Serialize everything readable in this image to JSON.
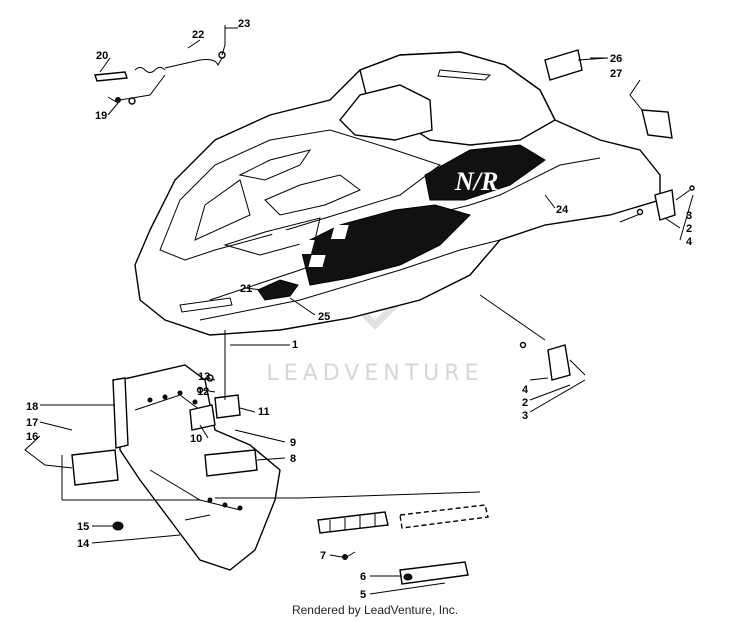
{
  "watermark": "LEADVENTURE",
  "credit": "Rendered by LeadVenture, Inc.",
  "hood_logo_text": "N/R",
  "callouts": [
    "1",
    "2",
    "2",
    "3",
    "3",
    "4",
    "4",
    "5",
    "6",
    "7",
    "8",
    "9",
    "10",
    "11",
    "12",
    "13",
    "14",
    "15",
    "16",
    "17",
    "18",
    "19",
    "20",
    "21",
    "22",
    "23",
    "24",
    "25",
    "26",
    "27"
  ],
  "colors": {
    "ink": "#000000",
    "watermark": "#d6d6d6",
    "background": "#ffffff"
  }
}
